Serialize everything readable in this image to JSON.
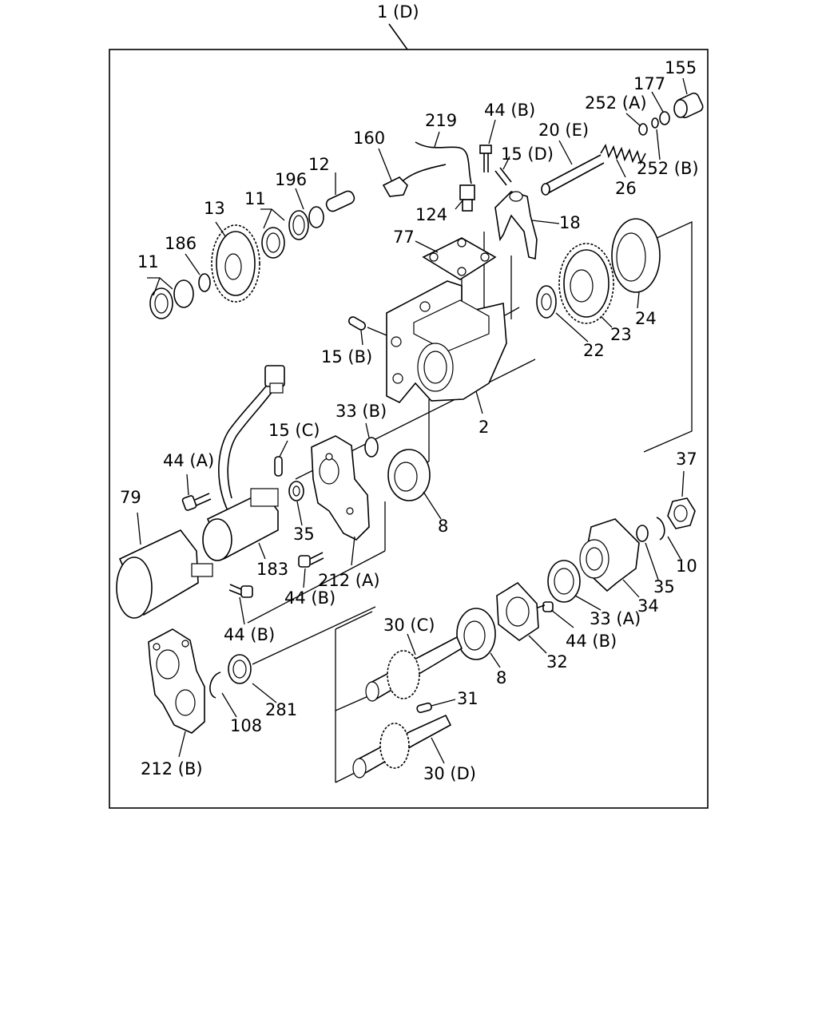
{
  "diagram": {
    "title": "1 (D)",
    "labels": {
      "l155": "155",
      "l177": "177",
      "l252a": "252 (A)",
      "l252b": "252 (B)",
      "l44b_top": "44 (B)",
      "l219": "219",
      "l20e": "20 (E)",
      "l160": "160",
      "l15d": "15 (D)",
      "l26": "26",
      "l12": "12",
      "l196": "196",
      "l11_top": "11",
      "l13": "13",
      "l124": "124",
      "l18": "18",
      "l77": "77",
      "l186": "186",
      "l11_left": "11",
      "l24": "24",
      "l23": "23",
      "l22": "22",
      "l15b": "15 (B)",
      "l2": "2",
      "l33b": "33 (B)",
      "l15c": "15 (C)",
      "l44a": "44 (A)",
      "l37": "37",
      "l79": "79",
      "l8_mid": "8",
      "l35_mid": "35",
      "l10": "10",
      "l183": "183",
      "l212a": "212 (A)",
      "l44b_mid": "44 (B)",
      "l35_right": "35",
      "l34": "34",
      "l33a": "33 (A)",
      "l44b_right": "44 (B)",
      "l44b_low": "44 (B)",
      "l30c": "30 (C)",
      "l32": "32",
      "l8_low": "8",
      "l281": "281",
      "l108": "108",
      "l31": "31",
      "l212b": "212 (B)",
      "l30d": "30 (D)"
    }
  }
}
